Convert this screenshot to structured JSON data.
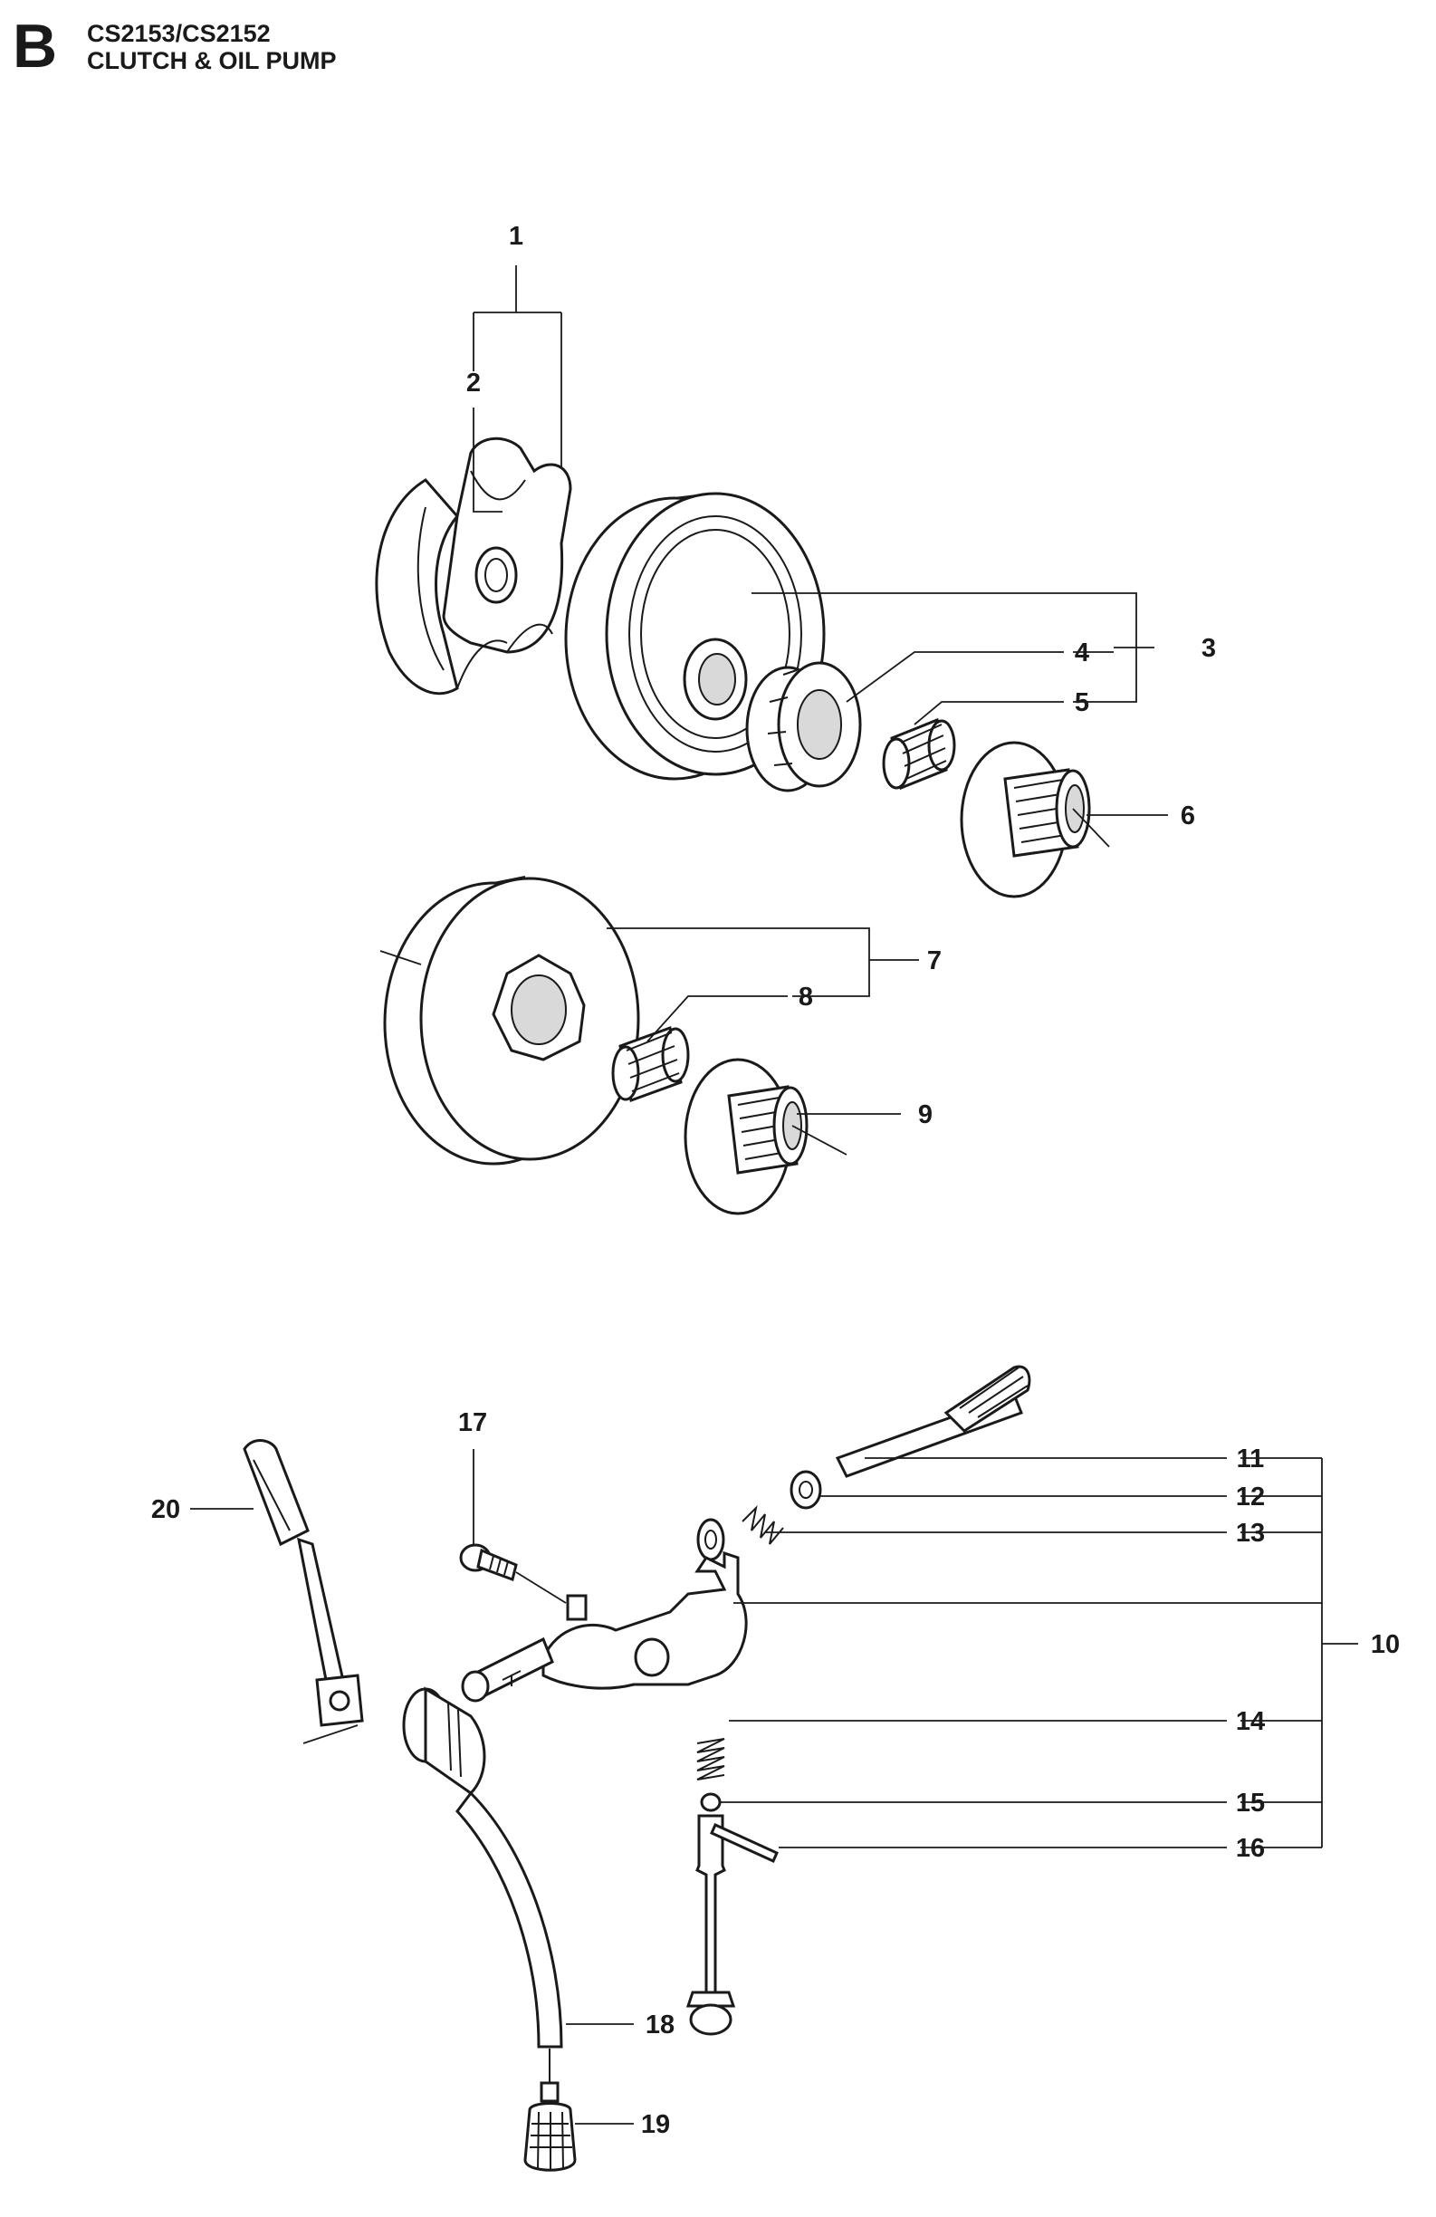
{
  "header": {
    "section_letter": "B",
    "model": "CS2153/CS2152",
    "title": "CLUTCH & OIL PUMP"
  },
  "callouts": [
    "1",
    "2",
    "3",
    "4",
    "5",
    "6",
    "7",
    "8",
    "9",
    "10",
    "11",
    "12",
    "13",
    "14",
    "15",
    "16",
    "17",
    "18",
    "19",
    "20"
  ]
}
